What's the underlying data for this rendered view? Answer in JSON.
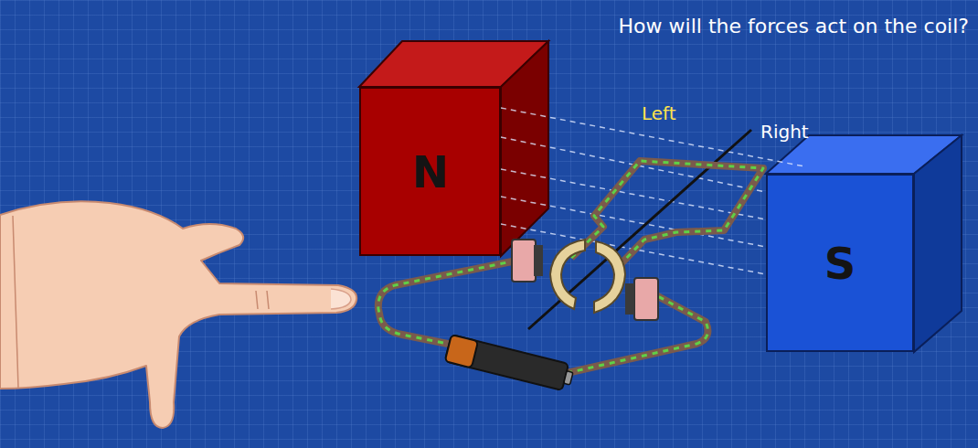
{
  "diagram": {
    "title": "How will the forces act on the coil?",
    "nodes": [
      {
        "text": [
          "N"
        ]
      },
      {
        "text": [
          "S"
        ]
      }
    ],
    "labels": [
      "Left",
      "Right"
    ]
  }
}
